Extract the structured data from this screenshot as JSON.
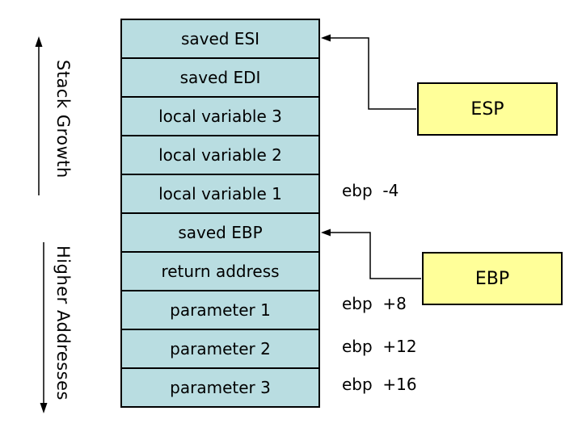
{
  "stack": {
    "rows": [
      "saved ESI",
      "saved EDI",
      "local variable 3",
      "local variable 2",
      "local variable 1",
      "saved EBP",
      "return address",
      "parameter 1",
      "parameter 2",
      "parameter 3"
    ]
  },
  "side_labels": {
    "stack_growth": "Stack Growth",
    "higher_addresses": "Higher Addresses"
  },
  "registers": {
    "esp": "ESP",
    "ebp": "EBP"
  },
  "offsets": [
    "ebp  -4",
    "ebp  +8",
    "ebp  +12",
    "ebp  +16"
  ],
  "colors": {
    "cell_fill": "#b9dde1",
    "register_fill": "#ffff99",
    "line": "#000000",
    "background": "#ffffff"
  }
}
